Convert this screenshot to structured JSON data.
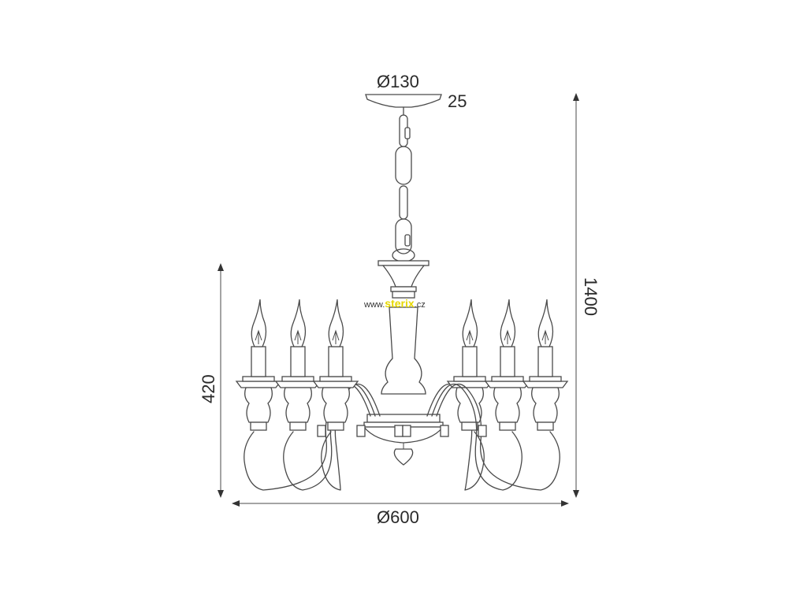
{
  "dimensions": {
    "canopy_diameter": "Ø130",
    "canopy_height": "25",
    "fixture_width": "Ø600",
    "fixture_height": "420",
    "total_height": "1400"
  },
  "watermark": {
    "prefix": "www.",
    "brand": "sterix",
    "suffix": ".cz"
  },
  "colors": {
    "line": "#4a4a4a",
    "watermark_brand": "#e6d800"
  },
  "arm_count": 6
}
